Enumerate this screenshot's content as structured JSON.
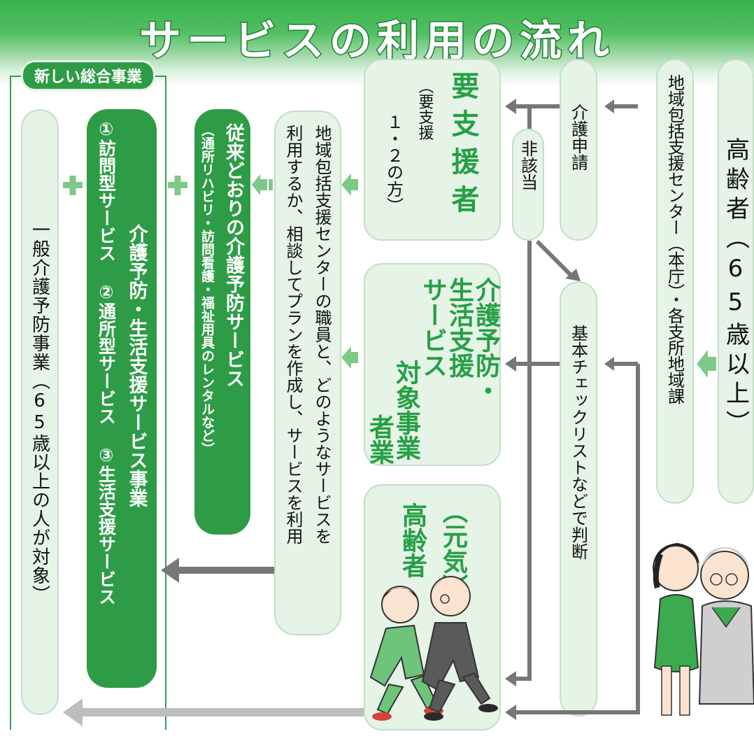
{
  "title": "サービスの利用の流れ",
  "framework_label": "新しい総合事業",
  "boxes": {
    "general_prevention": "一般介護予防事業（65歳以上の人が対象）",
    "comprehensive_title": "介護予防・生活支援サービス事業",
    "comprehensive_services": "①訪問型サービス ②通所型サービス ③生活支援サービス",
    "conventional_title": "従来どおりの介護予防サービス",
    "conventional_examples": "（通所リハビリ・訪問看護・福祉用具のレンタルなど）",
    "consult_line1": "地域包括支援センターの職員と、どのようなサービスを",
    "consult_line2": "利用するか、相談してプランを作成し、サービスを利用",
    "support_main": "要支援者",
    "support_sub1": "（要支援",
    "support_sub2": "１・２の方）",
    "target_line1": "介護予防・",
    "target_line2": "生活支援",
    "target_line3": "サービス",
    "target_line4": "対象事業",
    "target_line5": "者業",
    "healthy_line1": "（元気）",
    "healthy_line2": "高齢者",
    "not_applicable": "非該当",
    "care_application": "介護申請",
    "checklist": "基本チェックリストなどで判断",
    "center": "地域包括支援センター（本庁）・各支所地域課",
    "elderly": "高齢者（65歳以上）"
  },
  "colors": {
    "green": "#2e9c46",
    "pale_green": "#e6f3e7",
    "arrow_green": "#7dc98a",
    "arrow_gray": "#777777"
  }
}
